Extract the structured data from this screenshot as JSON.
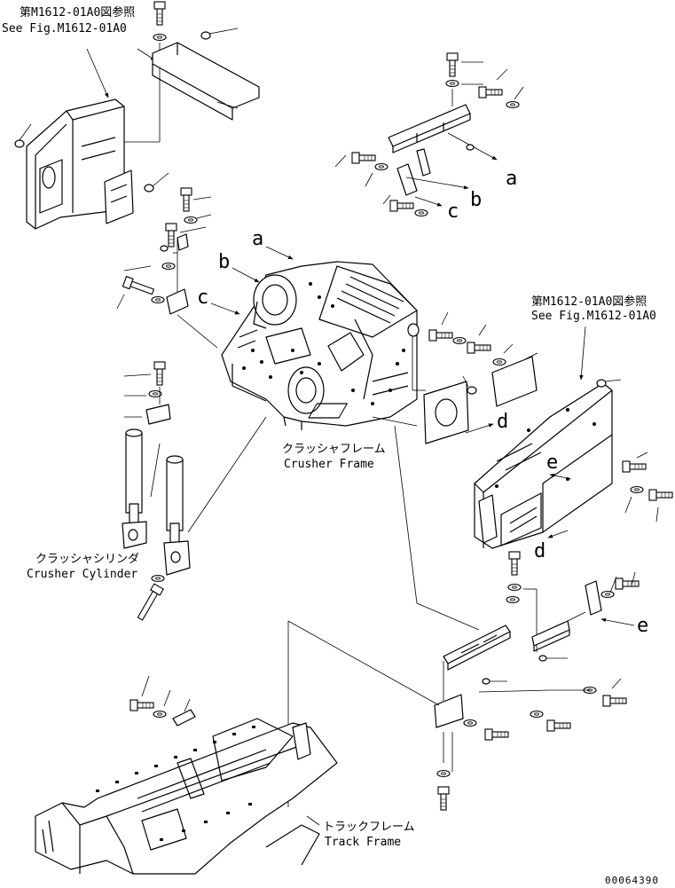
{
  "labels": {
    "ref_top_jp": "第M1612-01A0図参照",
    "ref_top_en": "See Fig.M1612-01A0",
    "ref_right_jp": "第M1612-01A0図参照",
    "ref_right_en": "See Fig.M1612-01A0",
    "crusher_frame_jp": "クラッシャフレーム",
    "crusher_frame_en": "Crusher Frame",
    "crusher_cylinder_jp": "クラッシャシリンダ",
    "crusher_cylinder_en": "Crusher Cylinder",
    "track_frame_jp": "トラックフレーム",
    "track_frame_en": "Track Frame",
    "drawing_code": "00064390"
  },
  "callouts": {
    "a1": "a",
    "a2": "a",
    "b1": "b",
    "b2": "b",
    "c1": "c",
    "c2": "c",
    "d1": "d",
    "d2": "d",
    "e1": "e",
    "e2": "e"
  }
}
